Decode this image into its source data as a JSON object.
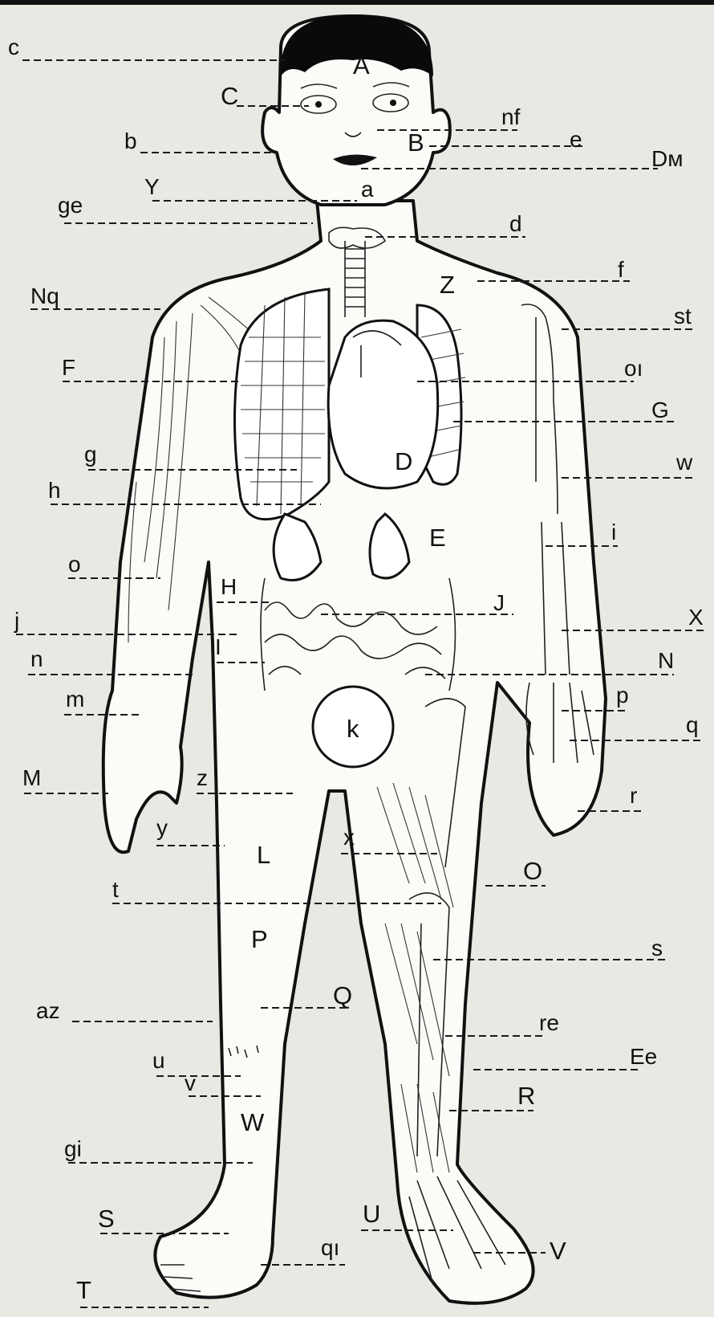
{
  "diagram": {
    "figure": "human body anatomy",
    "labels": {
      "A": "A",
      "B": "B",
      "C": "C",
      "D": "D",
      "E": "E",
      "F": "F",
      "G": "G",
      "H": "H",
      "I": "I",
      "J": "J",
      "L": "L",
      "M": "M",
      "N": "N",
      "O": "O",
      "P": "P",
      "Q": "Q",
      "R": "R",
      "S": "S",
      "T": "T",
      "U": "U",
      "V": "V",
      "W": "W",
      "X": "X",
      "Y": "Y",
      "Z": "Z",
      "a": "a",
      "b": "b",
      "c": "c",
      "d": "d",
      "e": "e",
      "f": "f",
      "g": "g",
      "h": "h",
      "i": "i",
      "j": "j",
      "k": "k",
      "m": "m",
      "n": "n",
      "o": "o",
      "p": "p",
      "q": "q",
      "r": "r",
      "s": "s",
      "t": "t",
      "u": "u",
      "v": "v",
      "w": "w",
      "x": "x",
      "y": "y",
      "z": "z",
      "nf": "nf",
      "DM": "Dм",
      "ge": "ge",
      "Nq": "Nq",
      "st": "st",
      "oi": "oı",
      "az": "az",
      "re": "re",
      "Ee": "Ee",
      "gi": "gi",
      "qi": "qı"
    }
  },
  "colors": {
    "ink": "#111111",
    "paper": "#e9e8e3",
    "figure_fill": "#fbfbf8",
    "hair": "#0a0a0a"
  }
}
